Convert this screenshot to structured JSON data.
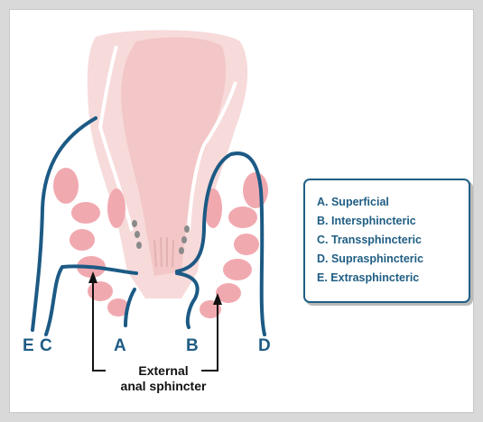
{
  "legend": {
    "items": [
      "A. Superficial",
      "B. Intersphincteric",
      "C. Transsphincteric",
      "D. Suprasphincteric",
      "E. Extrasphincteric"
    ]
  },
  "path_labels": {
    "e": "E",
    "c": "C",
    "a": "A",
    "b": "B",
    "d": "D"
  },
  "caption": {
    "line1": "External",
    "line2": "anal sphincter"
  },
  "colors": {
    "tract": "#1c5a85",
    "tissue": "#f6d3d3",
    "muscle": "#f1a8ae",
    "label": "#1f5c84"
  }
}
